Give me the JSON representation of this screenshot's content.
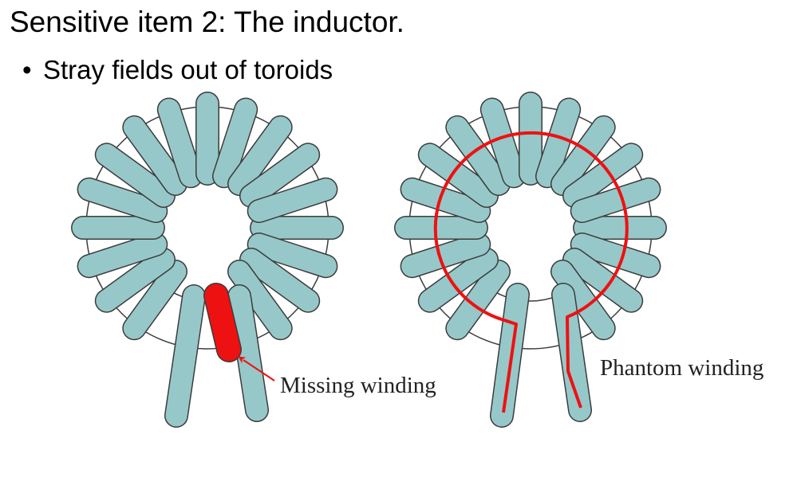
{
  "slide": {
    "title": "Sensitive item 2: The inductor.",
    "bullets": [
      {
        "marker": "•",
        "text": "Stray fields out of toroids"
      }
    ]
  },
  "diagram": {
    "left_toroid": {
      "annotation": "Missing winding"
    },
    "right_toroid": {
      "annotation": "Phantom winding"
    }
  },
  "colors": {
    "winding_fill": "#97c8c9",
    "winding_stroke": "#3c3c3c",
    "core_stroke": "#3c3c3c",
    "highlight_red": "#ee1111"
  }
}
